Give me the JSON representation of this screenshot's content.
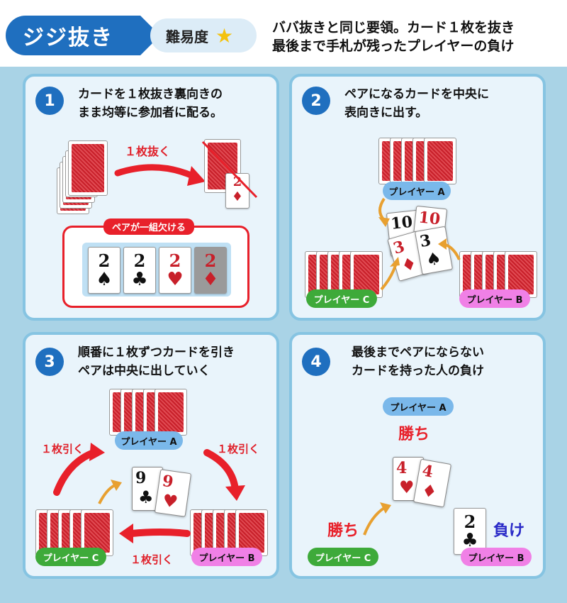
{
  "header": {
    "title": "ジジ抜き",
    "difficulty_label": "難易度",
    "rule_line1": "ババ抜きと同じ要領。カード１枚を抜き",
    "rule_line2": "最後まで手札が残ったプレイヤーの負け"
  },
  "steps": [
    {
      "number": "1",
      "line1": "カードを１枚抜き裏向きの",
      "line2": "まま均等に参加者に配る。"
    },
    {
      "number": "2",
      "line1": "ペアになるカードを中央に",
      "line2": "表向きに出す。"
    },
    {
      "number": "3",
      "line1": "順番に１枚ずつカードを引き",
      "line2": "ペアは中央に出していく"
    },
    {
      "number": "4",
      "line1": "最後までペアにならない",
      "line2": "カードを持った人の負け"
    }
  ],
  "step1": {
    "remove_label": "１枚抜く",
    "pair_missing_label": "ペアが一組欠ける",
    "removed_card": {
      "rank": "2",
      "suit": "♦"
    },
    "cards": [
      {
        "rank": "2",
        "suit": "♠",
        "color": "black"
      },
      {
        "rank": "2",
        "suit": "♣",
        "color": "black"
      },
      {
        "rank": "2",
        "suit": "♥",
        "color": "red"
      },
      {
        "rank": "2",
        "suit": "♦",
        "color": "red"
      }
    ]
  },
  "players": {
    "a": "プレイヤー A",
    "b": "プレイヤー B",
    "c": "プレイヤー C"
  },
  "step2": {
    "cards": [
      {
        "rank": "10",
        "suit": "♠"
      },
      {
        "rank": "10",
        "suit": "♦"
      },
      {
        "rank": "3",
        "suit": "♦"
      },
      {
        "rank": "3",
        "suit": "♠"
      }
    ]
  },
  "step3": {
    "draw_label": "１枚引く",
    "cards": [
      {
        "rank": "9",
        "suit": "♣"
      },
      {
        "rank": "9",
        "suit": "♥"
      }
    ]
  },
  "step4": {
    "win": "勝ち",
    "lose": "負け",
    "cards": [
      {
        "rank": "4",
        "suit": "♥"
      },
      {
        "rank": "4",
        "suit": "♦"
      },
      {
        "rank": "2",
        "suit": "♣"
      }
    ]
  },
  "colors": {
    "accent": "#1f6fbf",
    "panel_border": "#86c4e2",
    "arrow_red": "#e8202a",
    "arrow_gold": "#e8a030"
  }
}
